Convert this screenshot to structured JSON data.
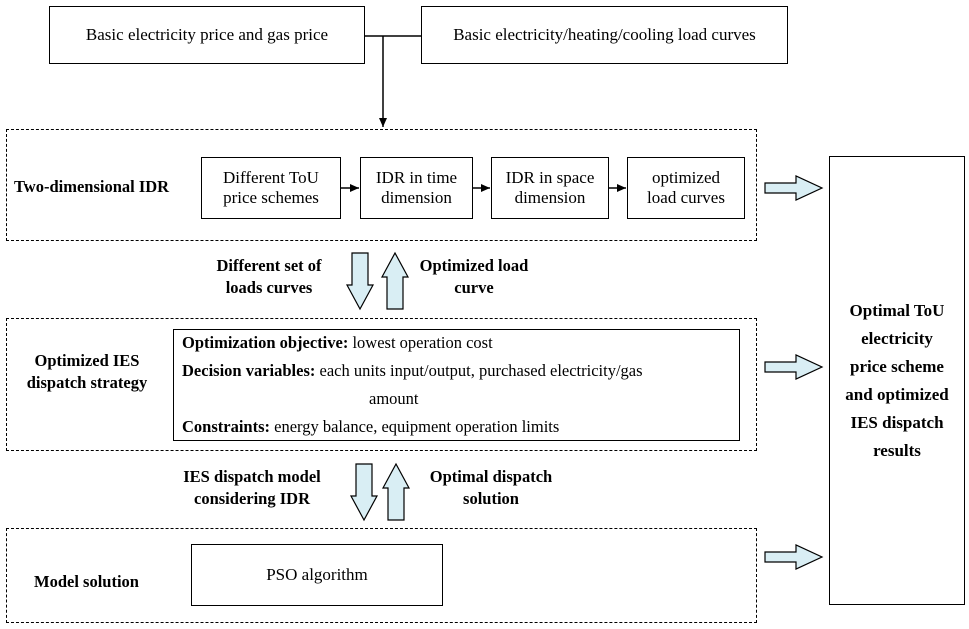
{
  "inputs": {
    "price": "Basic electricity price and gas price",
    "load_curves": "Basic electricity/heating/cooling load curves"
  },
  "idr": {
    "label": "Two-dimensional IDR",
    "steps": [
      [
        "Different ToU",
        "price schemes"
      ],
      [
        "IDR in time",
        "dimension"
      ],
      [
        "IDR in space",
        "dimension"
      ],
      [
        "optimized",
        "load curves"
      ]
    ]
  },
  "links": {
    "down1": [
      "Different set of",
      "loads curves"
    ],
    "up1": [
      "Optimized load",
      "curve"
    ],
    "down2": [
      "IES dispatch model",
      "considering IDR"
    ],
    "up2": [
      "Optimal dispatch",
      "solution"
    ]
  },
  "dispatch": {
    "label": [
      "Optimized IES",
      "dispatch strategy"
    ],
    "objective_label": "Optimization objective:",
    "objective": "lowest operation cost",
    "variables_label": "Decision variables:",
    "variables": "each units input/output, purchased electricity/gas",
    "variables_cont": "amount",
    "constraints_label": "Constraints:",
    "constraints": "energy balance, equipment operation limits"
  },
  "solution": {
    "label": "Model solution",
    "algorithm": "PSO algorithm"
  },
  "result": [
    "Optimal ToU",
    "electricity",
    "price scheme",
    "and optimized",
    "IES dispatch",
    "results"
  ],
  "colors": {
    "hollow_arrow_fill": "#d9eef4",
    "stroke": "#000000"
  }
}
